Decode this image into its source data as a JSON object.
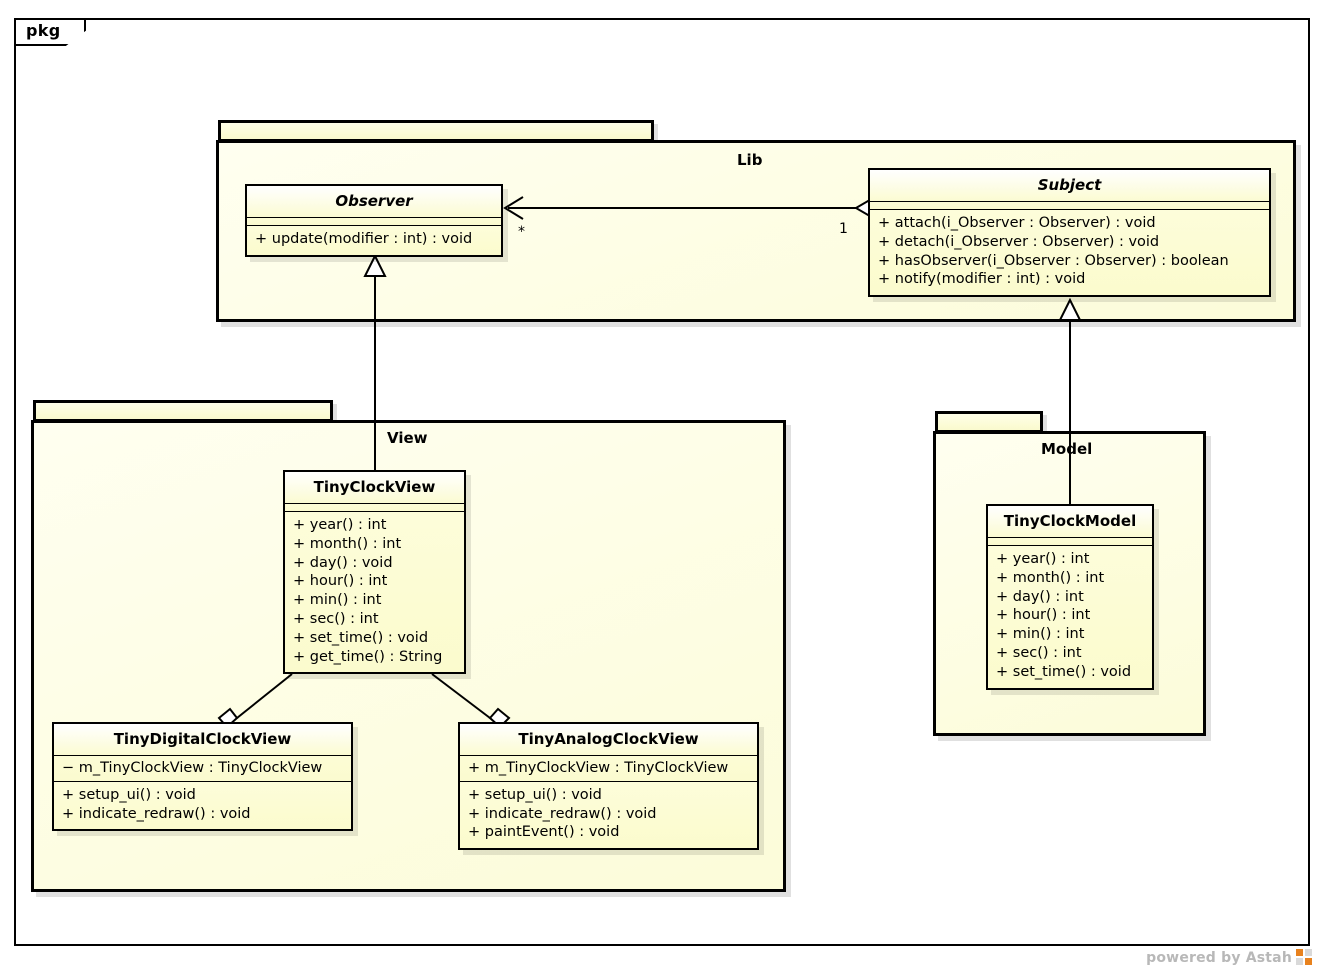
{
  "diagram": {
    "frame_label": "pkg",
    "watermark": "powered by Astah"
  },
  "packages": [
    {
      "name": "Lib"
    },
    {
      "name": "View"
    },
    {
      "name": "Model"
    }
  ],
  "classes": {
    "observer": {
      "name": "Observer",
      "stereotype": "abstract",
      "attributes": [],
      "operations": [
        "+ update(modifier : int) : void"
      ]
    },
    "subject": {
      "name": "Subject",
      "stereotype": "abstract",
      "attributes": [],
      "operations": [
        "+ attach(i_Observer : Observer) : void",
        "+ detach(i_Observer : Observer) : void",
        "+ hasObserver(i_Observer : Observer) : boolean",
        "+ notify(modifier : int) : void"
      ]
    },
    "tinyclockview": {
      "name": "TinyClockView",
      "stereotype": "concrete",
      "attributes": [],
      "operations": [
        "+ year() : int",
        "+ month() : int",
        "+ day() : void",
        "+ hour() : int",
        "+ min() : int",
        "+ sec() : int",
        "+ set_time() : void",
        "+ get_time() : String"
      ]
    },
    "tinydigitalclockview": {
      "name": "TinyDigitalClockView",
      "stereotype": "concrete",
      "attributes": [
        "− m_TinyClockView : TinyClockView"
      ],
      "operations": [
        "+ setup_ui() : void",
        "+ indicate_redraw() : void"
      ]
    },
    "tinyanalogclockview": {
      "name": "TinyAnalogClockView",
      "stereotype": "concrete",
      "attributes": [
        "+ m_TinyClockView : TinyClockView"
      ],
      "operations": [
        "+ setup_ui() : void",
        "+ indicate_redraw() : void",
        "+ paintEvent() : void"
      ]
    },
    "tinyclockmodel": {
      "name": "TinyClockModel",
      "stereotype": "concrete",
      "attributes": [],
      "operations": [
        "+ year() : int",
        "+ month() : int",
        "+ day() : int",
        "+ hour() : int",
        "+ min() : int",
        "+ sec() : int",
        "+ set_time() : void"
      ]
    }
  },
  "relationships": {
    "subject_observer": {
      "type": "aggregation",
      "source": "Subject",
      "target": "Observer",
      "source_multiplicity": "1",
      "target_multiplicity": "*"
    },
    "view_observer": {
      "type": "generalization",
      "source": "TinyClockView",
      "target": "Observer"
    },
    "model_subject": {
      "type": "generalization",
      "source": "TinyClockModel",
      "target": "Subject"
    },
    "digital_clockview": {
      "type": "aggregation",
      "source": "TinyDigitalClockView",
      "target": "TinyClockView"
    },
    "analog_clockview": {
      "type": "aggregation",
      "source": "TinyAnalogClockView",
      "target": "TinyClockView"
    }
  },
  "colors": {
    "class_fill": "#fdfdd8",
    "package_fill": "#fcfcd9",
    "line": "#000000",
    "watermark": "#b8b8b8"
  }
}
